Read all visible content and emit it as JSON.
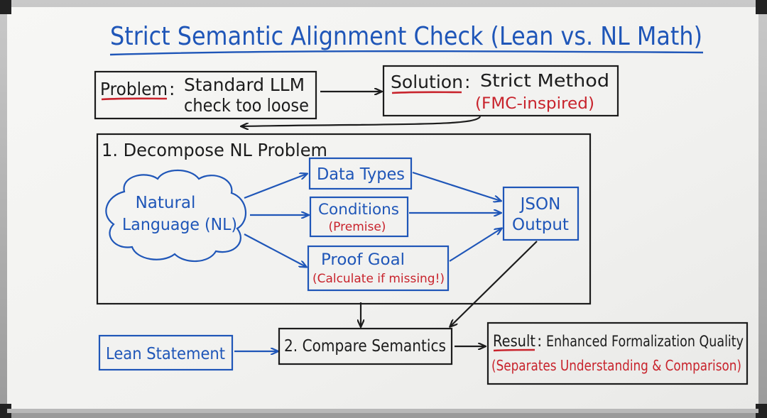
{
  "title": "Strict Semantic Alignment Check (Lean vs. NL Math)",
  "problem": {
    "label": "Problem",
    "colon": ":",
    "line1": "Standard LLM",
    "line2": "check too loose"
  },
  "solution": {
    "label": "Solution",
    "colon": ":",
    "line1": "Strict Method",
    "line2": "(FMC-inspired)"
  },
  "decompose": {
    "heading": "1. Decompose NL Problem",
    "source_line1": "Natural",
    "source_line2": "Language (NL)",
    "data_types": "Data Types",
    "conditions": "Conditions",
    "conditions_note": "(Premise)",
    "proof_goal": "Proof Goal",
    "proof_goal_note": "(Calculate if missing!)",
    "json_line1": "JSON",
    "json_line2": "Output"
  },
  "compare": {
    "lean_statement": "Lean Statement",
    "compare_semantics": "2. Compare Semantics"
  },
  "result": {
    "label": "Result",
    "colon": ":",
    "line1": "Enhanced Formalization Quality",
    "line2": "(Separates Understanding & Comparison)"
  },
  "colors": {
    "black_ink": "#1c1c1c",
    "blue_ink": "#1f56b8",
    "red_ink": "#c8232c",
    "board": "#f4f4f2"
  }
}
